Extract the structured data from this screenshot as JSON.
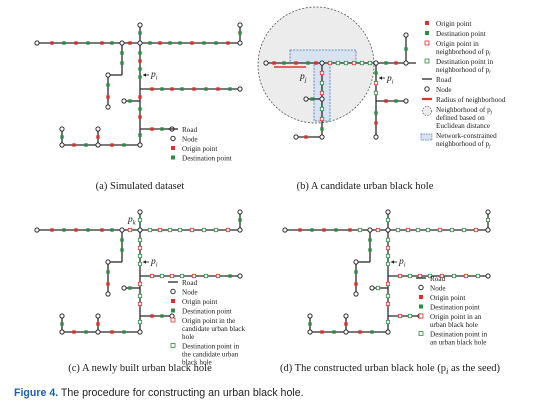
{
  "colors": {
    "road": "#2b2b2b",
    "origin": "#d9322a",
    "destination": "#2e8b45",
    "node_fill": "#ffffff",
    "neighborhood_fill": "#d8e3f2",
    "neighborhood_stroke": "#4a73b0",
    "circle_fill": "#ececec",
    "radius": "#e0352b",
    "caption_label": "#1f5fa8"
  },
  "panels": [
    {
      "caption": "(a) Simulated dataset",
      "point_label": "p",
      "point_sub": "i",
      "legend": [
        {
          "type": "road",
          "label": "Road"
        },
        {
          "type": "node",
          "label": "Node"
        },
        {
          "type": "origin",
          "label": "Origin point"
        },
        {
          "type": "destination",
          "label": "Destination point"
        }
      ]
    },
    {
      "caption": "(b) A candidate urban black hole",
      "point_label": "p",
      "point_sub": "i",
      "point2_label": "p",
      "point2_sub": "j",
      "legend": [
        {
          "type": "origin",
          "label": "Origin point"
        },
        {
          "type": "destination",
          "label": "Destination point"
        },
        {
          "type": "origin-open",
          "label": "Origin point in neighborhood of p",
          "sub": "i"
        },
        {
          "type": "destination-open",
          "label": "Destination point in neighborhood of p",
          "sub": "i"
        },
        {
          "type": "road",
          "label": "Road"
        },
        {
          "type": "node",
          "label": "Node"
        },
        {
          "type": "radius",
          "label": "Radius of neighborhood"
        },
        {
          "type": "circle",
          "label": "Neighborhood of p",
          "sub": "j",
          "label2": " defined based on Euclidean distance"
        },
        {
          "type": "network",
          "label": "Network-constrained neighborhood of p",
          "sub": "j"
        }
      ]
    },
    {
      "caption": "(c) A newly built urban black hole",
      "point_label": "p",
      "point_sub": "i",
      "point2_label": "p",
      "point2_sub": "k",
      "legend": [
        {
          "type": "road",
          "label": "Road"
        },
        {
          "type": "node",
          "label": "Node"
        },
        {
          "type": "origin",
          "label": "Origin point"
        },
        {
          "type": "destination",
          "label": "Destination point"
        },
        {
          "type": "origin-open",
          "label": "Origin point in the candidate urban black hole"
        },
        {
          "type": "destination-open",
          "label": "Destination point in the candidate urban black hole"
        }
      ]
    },
    {
      "caption": "(d) The constructed urban black hole (p",
      "caption_sub": "i",
      "caption_tail": " as the seed)",
      "point_label": "p",
      "point_sub": "i",
      "legend": [
        {
          "type": "road",
          "label": "Road"
        },
        {
          "type": "node",
          "label": "Node"
        },
        {
          "type": "origin",
          "label": "Origin point"
        },
        {
          "type": "destination",
          "label": "Destination point"
        },
        {
          "type": "origin-open",
          "label": "Origin point in an urban black hole"
        },
        {
          "type": "destination-open",
          "label": "Destination point in an urban black hole"
        }
      ]
    }
  ],
  "figure_caption": {
    "label": "Figure 4.",
    "text": " The procedure for constructing an urban black hole."
  }
}
